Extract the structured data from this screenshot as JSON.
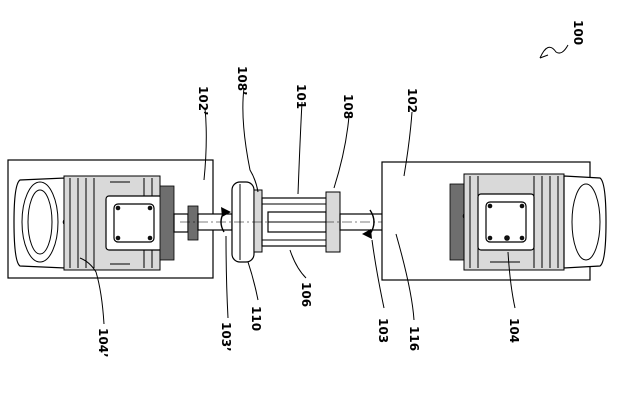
{
  "figure": {
    "labels": {
      "ref_100": "100",
      "ref_101": "101",
      "ref_102": "102",
      "ref_102p": "102’",
      "ref_103": "103",
      "ref_103p": "103’",
      "ref_104": "104",
      "ref_104p": "104’",
      "ref_106": "106",
      "ref_108": "108",
      "ref_108p": "108’",
      "ref_110": "110",
      "ref_116": "116"
    }
  }
}
